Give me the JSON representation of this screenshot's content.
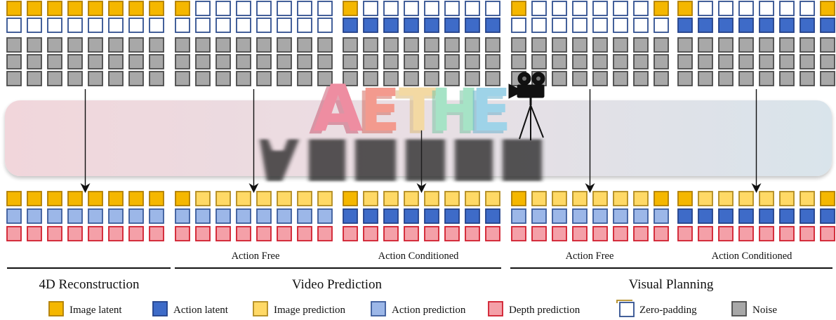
{
  "banner": {
    "logo_text": "AETHER"
  },
  "colors": {
    "image_latent": "#F5B700",
    "image_latent_border": "#B07E00",
    "action_latent": "#3E6BC8",
    "action_latent_border": "#24428A",
    "image_prediction": "#FFD966",
    "image_prediction_border": "#B08A20",
    "action_prediction": "#9CB7E8",
    "action_prediction_border": "#3A5A9A",
    "depth_prediction": "#F4A0A8",
    "depth_prediction_border": "#D01E2E",
    "zero_padding": "#FFFFFF",
    "zero_padding_border": "#2F4F8F",
    "noise": "#A8A8A8",
    "noise_border": "#4A4A4A"
  },
  "tasks": [
    {
      "name": "4D Reconstruction",
      "groups": [
        {
          "label": "",
          "input_image": [
            "latent",
            "latent",
            "latent",
            "latent",
            "latent",
            "latent",
            "latent",
            "latent"
          ],
          "input_action": "zero",
          "output_image": [
            "latent",
            "latent",
            "latent",
            "latent",
            "latent",
            "latent",
            "latent",
            "latent"
          ],
          "output_action": "prediction"
        }
      ]
    },
    {
      "name": "Video Prediction",
      "groups": [
        {
          "label": "Action Free",
          "input_image": [
            "latent",
            "zero",
            "zero",
            "zero",
            "zero",
            "zero",
            "zero",
            "zero"
          ],
          "input_action": "zero",
          "output_image": [
            "latent",
            "prediction",
            "prediction",
            "prediction",
            "prediction",
            "prediction",
            "prediction",
            "prediction"
          ],
          "output_action": "prediction"
        },
        {
          "label": "Action Conditioned",
          "input_image": [
            "latent",
            "zero",
            "zero",
            "zero",
            "zero",
            "zero",
            "zero",
            "zero"
          ],
          "input_action": "latent",
          "output_image": [
            "latent",
            "prediction",
            "prediction",
            "prediction",
            "prediction",
            "prediction",
            "prediction",
            "prediction"
          ],
          "output_action": "latent"
        }
      ]
    },
    {
      "name": "Visual Planning",
      "groups": [
        {
          "label": "Action Free",
          "input_image": [
            "latent",
            "zero",
            "zero",
            "zero",
            "zero",
            "zero",
            "zero",
            "latent"
          ],
          "input_action": "zero",
          "output_image": [
            "latent",
            "prediction",
            "prediction",
            "prediction",
            "prediction",
            "prediction",
            "prediction",
            "latent"
          ],
          "output_action": "prediction"
        },
        {
          "label": "Action Conditioned",
          "input_image": [
            "latent",
            "zero",
            "zero",
            "zero",
            "zero",
            "zero",
            "zero",
            "latent"
          ],
          "input_action": "latent",
          "output_image": [
            "latent",
            "prediction",
            "prediction",
            "prediction",
            "prediction",
            "prediction",
            "prediction",
            "latent"
          ],
          "output_action": "latent"
        }
      ]
    }
  ],
  "legend": [
    {
      "label": "Image latent",
      "kind": "image_latent"
    },
    {
      "label": "Action latent",
      "kind": "action_latent"
    },
    {
      "label": "Image prediction",
      "kind": "image_prediction"
    },
    {
      "label": "Action prediction",
      "kind": "action_prediction"
    },
    {
      "label": "Depth prediction",
      "kind": "depth_prediction"
    },
    {
      "label": "Zero-padding",
      "kind": "zero_padding"
    },
    {
      "label": "Noise",
      "kind": "noise"
    }
  ]
}
